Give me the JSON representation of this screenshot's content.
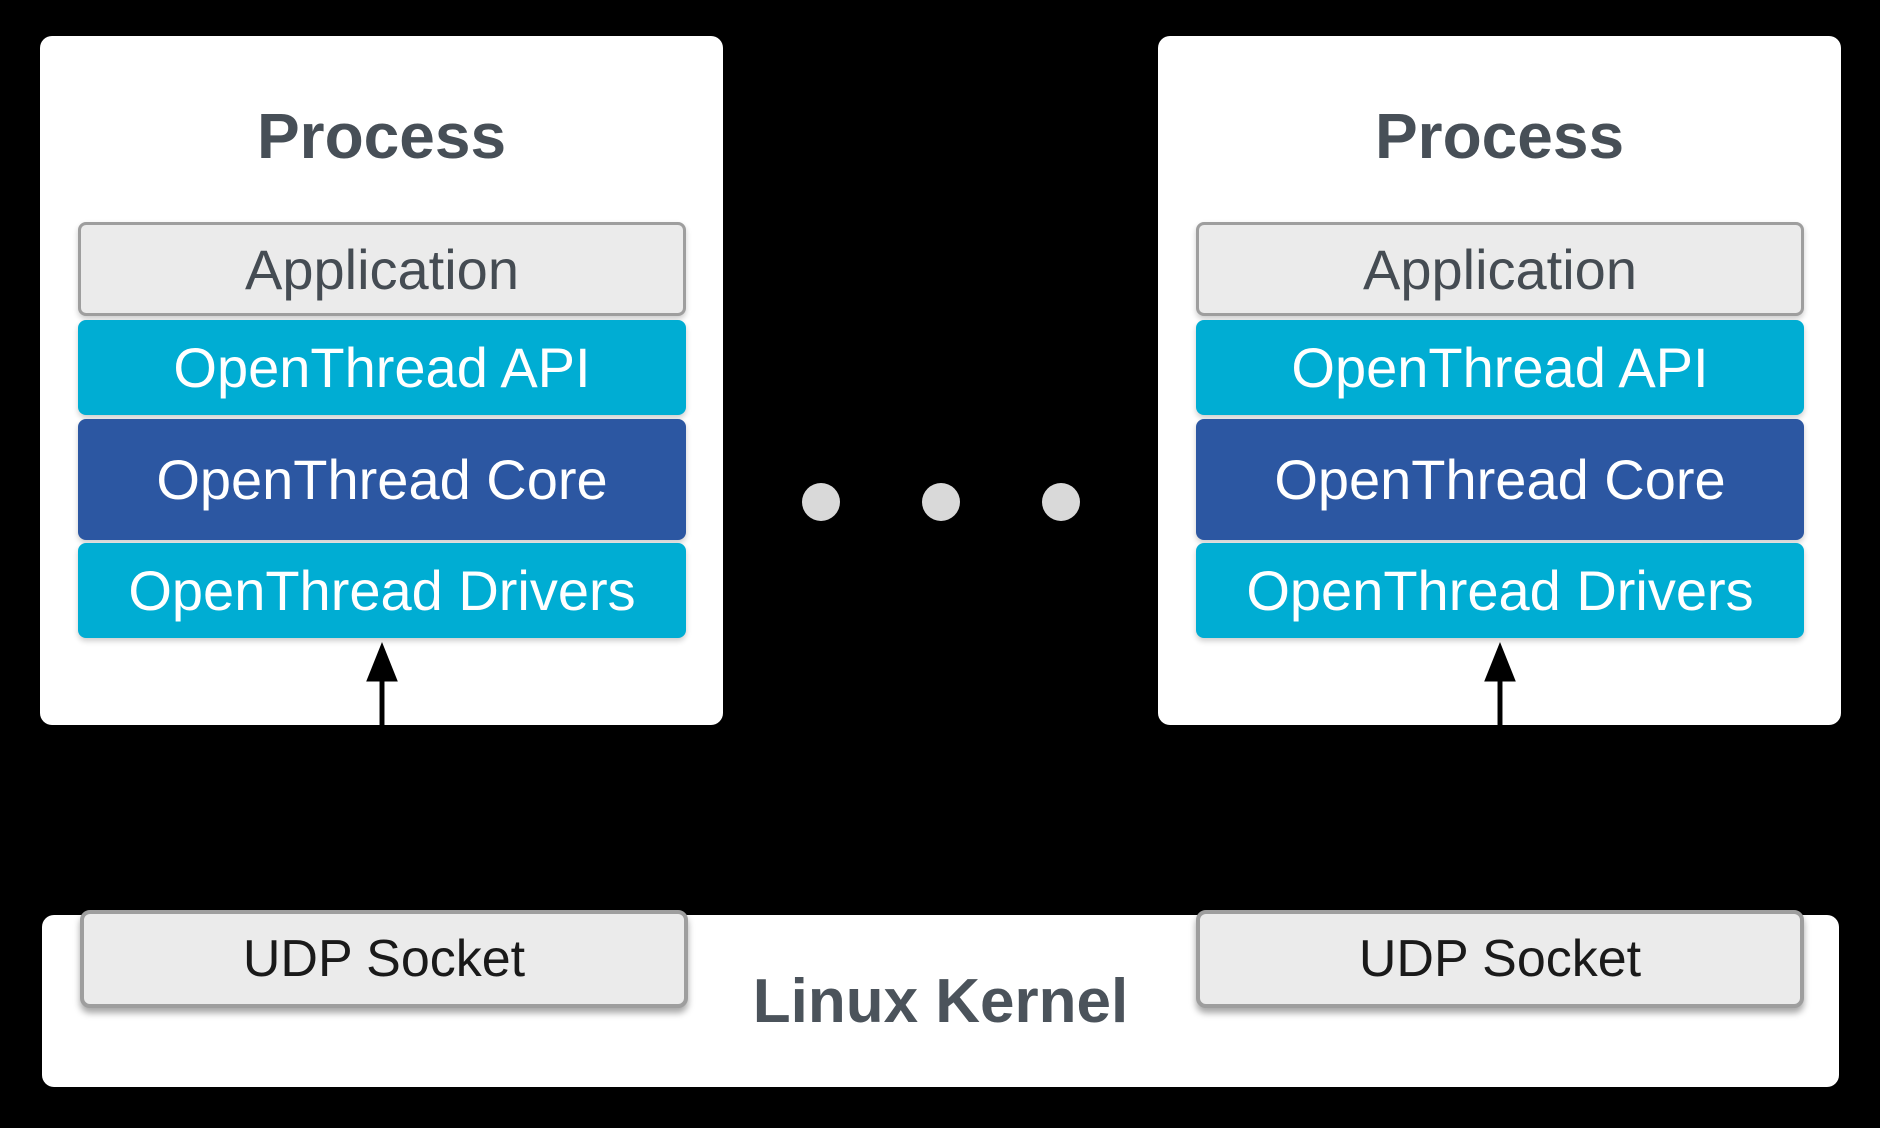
{
  "colors": {
    "page-bg": "#000000",
    "panel-bg": "#FFFFFF",
    "cyan": "#00ADD3",
    "core-blue": "#2C57A2",
    "layer-text": "#FFFFFF",
    "gray-fill": "#EBEBEB",
    "gray-border": "#9E9E9E",
    "title-text": "#474F57",
    "app-text": "#454C53",
    "kernel-text": "#4B535B",
    "udp-text": "#1A1A1A",
    "dot": "#D9D9D9",
    "arrow": "#000000"
  },
  "processes": [
    {
      "title": "Process",
      "layers": [
        {
          "name": "application",
          "label": "Application"
        },
        {
          "name": "openthread-api",
          "label": "OpenThread API"
        },
        {
          "name": "openthread-core",
          "label": "OpenThread Core"
        },
        {
          "name": "openthread-drivers",
          "label": "OpenThread Drivers"
        }
      ]
    },
    {
      "title": "Process",
      "layers": [
        {
          "name": "application",
          "label": "Application"
        },
        {
          "name": "openthread-api",
          "label": "OpenThread API"
        },
        {
          "name": "openthread-core",
          "label": "OpenThread Core"
        },
        {
          "name": "openthread-drivers",
          "label": "OpenThread Drivers"
        }
      ]
    }
  ],
  "ellipsis": {
    "dot_count": 3
  },
  "kernel": {
    "label": "Linux Kernel",
    "sockets": [
      {
        "label": "UDP Socket"
      },
      {
        "label": "UDP Socket"
      }
    ]
  }
}
